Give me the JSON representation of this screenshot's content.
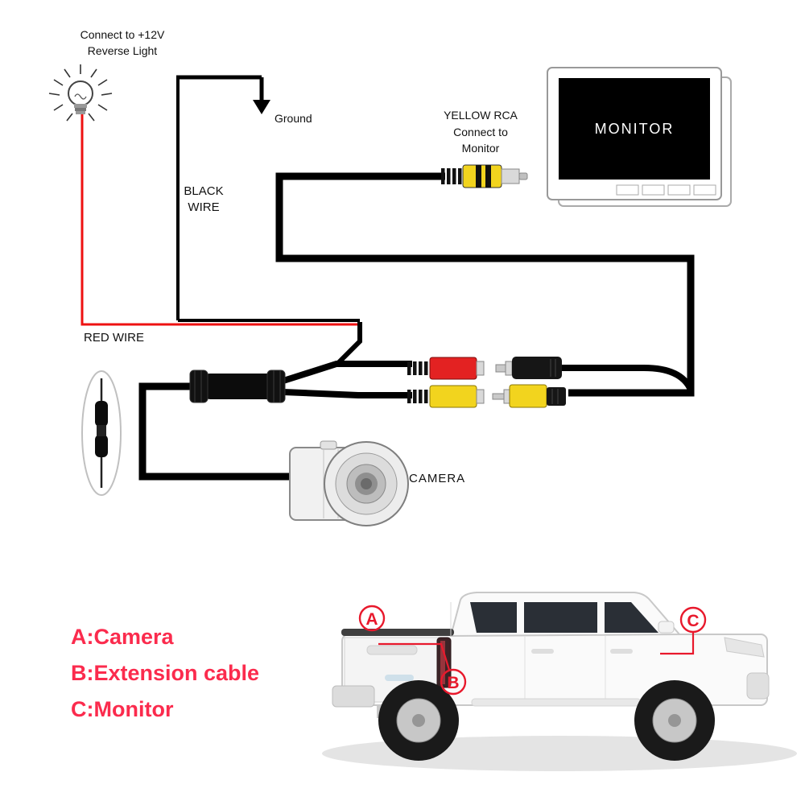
{
  "diagram": {
    "bulb_label_line1": "Connect to +12V",
    "bulb_label_line2": "Reverse Light",
    "ground_label": "Ground",
    "black_wire_line1": "BLACK",
    "black_wire_line2": "WIRE",
    "yellow_rca_line1": "YELLOW RCA",
    "yellow_rca_line2": "Connect to",
    "yellow_rca_line3": "Monitor",
    "monitor_label": "MONITOR",
    "red_wire_label": "RED WIRE",
    "camera_label": "CAMERA"
  },
  "annotations": {
    "a": "A",
    "b": "B",
    "c": "C"
  },
  "legend": {
    "item_a": "A:Camera",
    "item_b": "B:Extension cable",
    "item_c": "C:Monitor"
  },
  "colors": {
    "red_wire": "#ee1111",
    "rca_yellow": "#f2d41e",
    "rca_red": "#e32222",
    "annotation_red": "#e8192c",
    "legend_pink": "#fb2b4d"
  }
}
